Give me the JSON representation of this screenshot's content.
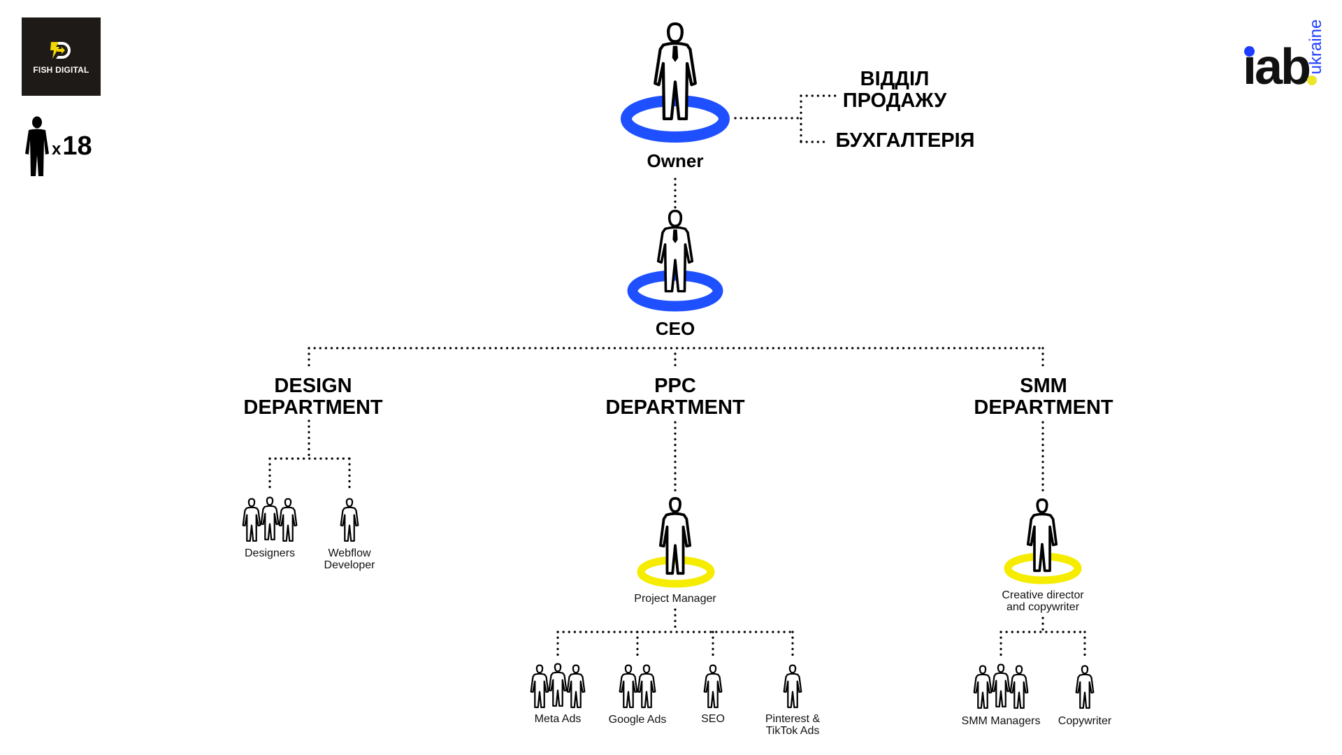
{
  "branding": {
    "company_logo_text": "FISH DIGITAL",
    "partner_logo_word": "iab",
    "partner_logo_suffix": "ukraine"
  },
  "headcount": {
    "icon": "person-icon",
    "prefix": "x",
    "value": "18"
  },
  "colors": {
    "leadership_ring": "#1e50ff",
    "manager_ring": "#f5ec00",
    "logo_bg": "#1e1a17",
    "logo_accent": "#f2d700",
    "iab_blue": "#1e3cff",
    "iab_yellow": "#ece52a"
  },
  "owner": {
    "title": "Owner",
    "side_units": [
      "ВІДДІЛ ПРОДАЖУ",
      "БУХГАЛТЕРІЯ"
    ],
    "side_unit_lines": [
      [
        "ВІДДІЛ",
        "ПРОДАЖУ"
      ],
      [
        "БУХГАЛТЕРІЯ"
      ]
    ]
  },
  "ceo": {
    "title": "CEO"
  },
  "departments": [
    {
      "id": "design",
      "title_lines": [
        "DESIGN",
        "DEPARTMENT"
      ],
      "lead": null,
      "teams": [
        {
          "label_lines": [
            "Designers"
          ],
          "people": 3
        },
        {
          "label_lines": [
            "Webflow",
            "Developer"
          ],
          "people": 1
        }
      ]
    },
    {
      "id": "ppc",
      "title_lines": [
        "PPC",
        "DEPARTMENT"
      ],
      "lead": {
        "label_lines": [
          "Project Manager"
        ]
      },
      "teams": [
        {
          "label_lines": [
            "Meta Ads"
          ],
          "people": 3
        },
        {
          "label_lines": [
            "Google Ads"
          ],
          "people": 2
        },
        {
          "label_lines": [
            "SEO"
          ],
          "people": 1
        },
        {
          "label_lines": [
            "Pinterest &",
            "TikTok Ads"
          ],
          "people": 1
        }
      ]
    },
    {
      "id": "smm",
      "title_lines": [
        "SMM",
        "DEPARTMENT"
      ],
      "lead": {
        "label_lines": [
          "Creative director",
          "and copywriter"
        ]
      },
      "teams": [
        {
          "label_lines": [
            "SMM Managers"
          ],
          "people": 3
        },
        {
          "label_lines": [
            "Copywriter"
          ],
          "people": 1
        }
      ]
    }
  ]
}
